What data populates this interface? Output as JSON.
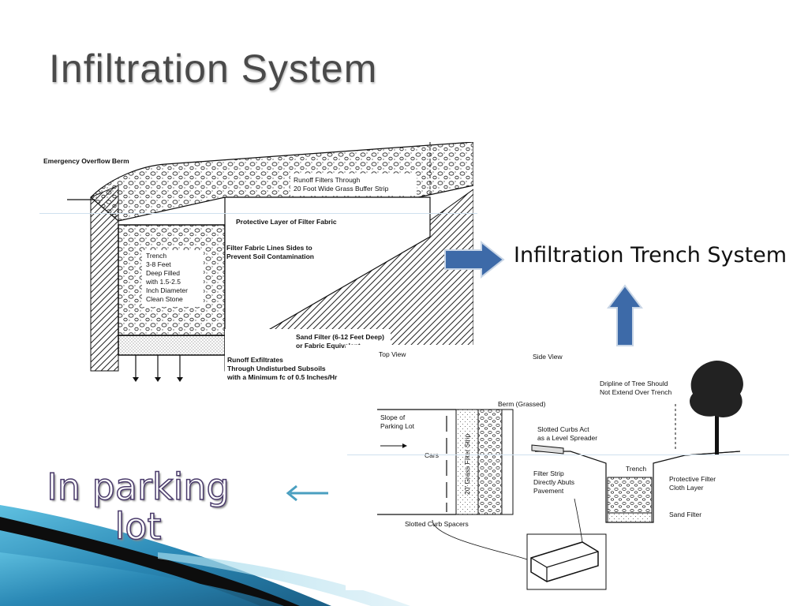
{
  "slide": {
    "title": "Infiltration System",
    "callout": "Infiltration Trench System",
    "caption": "In parking lot"
  },
  "figure_top": {
    "labels": [
      "Emergency Overflow Berm",
      "Runoff Filters Through",
      "20 Foot Wide Grass Buffer Strip",
      "Protective Layer of Filter Fabric",
      "Filter Fabric Lines Sides to",
      "Prevent Soil Contamination",
      "Trench",
      "3-8 Feet",
      "Deep Filled",
      "with 1.5-2.5",
      "Inch Diameter",
      "Clean Stone",
      "Sand Filter (6-12 Feet Deep)",
      "or Fabric Equivalent",
      "Runoff Exfiltrates",
      "Through Undisturbed Subsoils",
      "with a Minimum fc of 0.5 Inches/Hr"
    ]
  },
  "figure_bottom": {
    "top_view": "Top View",
    "side_view": "Side View",
    "berm": "Berm (Grassed)",
    "slope_1": "Slope of",
    "slope_2": "Parking Lot",
    "cars": "Cars",
    "grass_strip": "20' Grass Filter Strip",
    "slotted_curbs": "Slotted Curb Spacers",
    "level_spreader_1": "Slotted Curbs Act",
    "level_spreader_2": "as a Level Spreader",
    "filter_strip_1": "Filter Strip",
    "filter_strip_2": "Directly Abuts",
    "filter_strip_3": "Pavement",
    "trench": "Trench",
    "protective_1": "Protective Filter",
    "protective_2": "Cloth Layer",
    "sand_filter": "Sand Filter",
    "dripline_1": "Dripline of Tree Should",
    "dripline_2": "Not Extend Over Trench"
  },
  "colors": {
    "title": "#4a4a4a",
    "arrow_fill": "#3d6aa8",
    "small_arrow": "#4a9fc0",
    "caption_outline": "#4a3b6b",
    "wave_dark": "#1b5f86",
    "wave_light": "#5fc0e0"
  },
  "icons": [
    "right-arrow-icon",
    "up-arrow-icon",
    "left-arrow-icon"
  ]
}
